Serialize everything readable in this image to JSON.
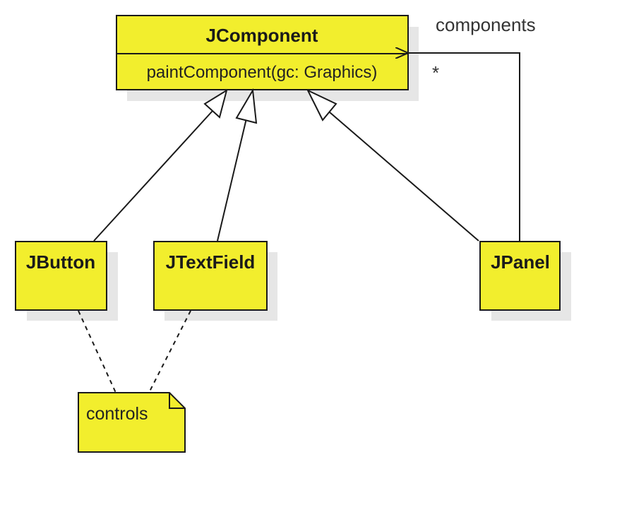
{
  "diagram": {
    "classes": {
      "jcomponent": {
        "name": "JComponent",
        "operation": "paintComponent(gc: Graphics)"
      },
      "jbutton": {
        "name": "JButton"
      },
      "jtextfield": {
        "name": "JTextField"
      },
      "jpanel": {
        "name": "JPanel"
      }
    },
    "note": {
      "text": "controls"
    },
    "association": {
      "role": "components",
      "multiplicity": "*"
    }
  },
  "colors": {
    "class_fill": "#f2ee2d",
    "border": "#1a1a1a",
    "shadow": "#e6e6e6",
    "line": "#1a1a1a"
  }
}
